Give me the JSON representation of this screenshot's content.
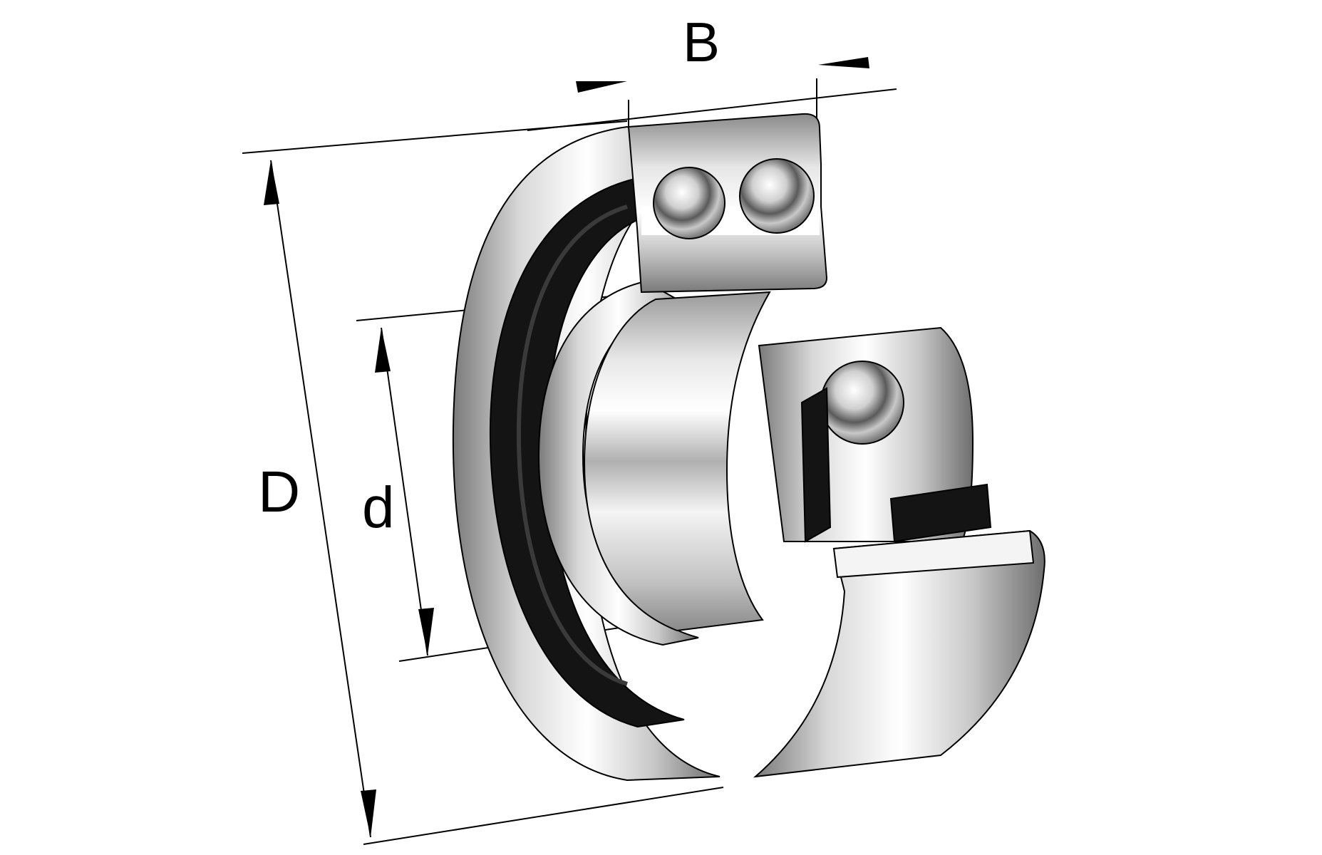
{
  "diagram": {
    "subject": "Double-row angular contact ball bearing, cutaway",
    "labels": {
      "width": "B",
      "outer_diameter": "D",
      "bore_diameter": "d"
    },
    "colors": {
      "background": "#ffffff",
      "line": "#000000",
      "steel_light": "#f2f2f2",
      "steel_mid": "#b8b8b8",
      "steel_dark": "#6a6a6a",
      "seal": "#141414"
    }
  }
}
